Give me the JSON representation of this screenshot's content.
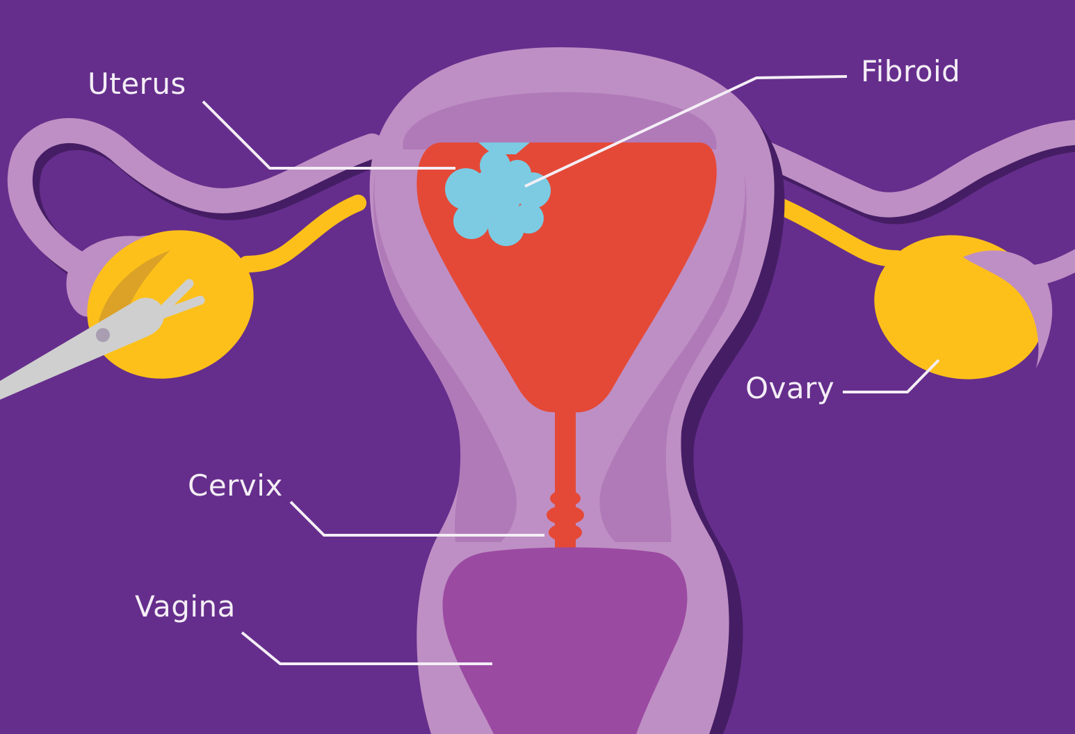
{
  "colors": {
    "background": "#652e8c",
    "uterus_outer": "#be8fc4",
    "uterus_inner": "#b07ab8",
    "shadow": "#451d64",
    "cavity": "#e44937",
    "fibroid": "#7ccbe2",
    "ovary": "#fdc01a",
    "vagina": "#9b4aa2",
    "instrument": "#cfcfcf",
    "label_text": "#f4eef6",
    "leader_line": "#f4eef6"
  },
  "labels": {
    "uterus": "Uterus",
    "fibroid": "Fibroid",
    "ovary": "Ovary",
    "cervix": "Cervix",
    "vagina": "Vagina"
  },
  "icons": {
    "instrument": "laparoscopic-grasper-icon"
  }
}
